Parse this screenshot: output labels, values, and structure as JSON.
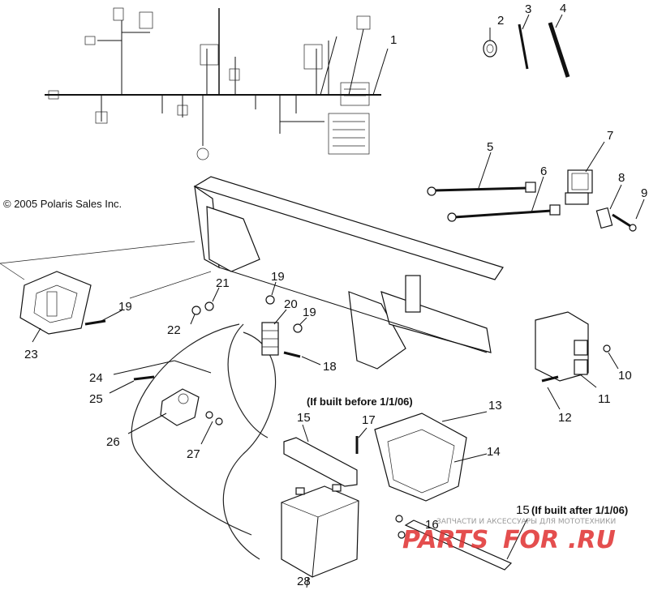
{
  "copyright": "© 2005 Polaris Sales Inc.",
  "callouts": {
    "c1": "1",
    "c2": "2",
    "c3": "3",
    "c4": "4",
    "c5": "5",
    "c6": "6",
    "c7": "7",
    "c8": "8",
    "c9": "9",
    "c10": "10",
    "c11": "11",
    "c12": "12",
    "c13": "13",
    "c14": "14",
    "c15": "15",
    "c15b": "15",
    "c16": "16",
    "c17": "17",
    "c18": "18",
    "c19a": "19",
    "c19b": "19",
    "c19c": "19",
    "c20": "20",
    "c21": "21",
    "c22": "22",
    "c23": "23",
    "c24": "24",
    "c25": "25",
    "c26": "26",
    "c27": "27",
    "c28": "28"
  },
  "notes": {
    "built_before": "(If built before 1/1/06)",
    "built_after": "(If built after 1/1/06)"
  },
  "watermark": {
    "tagline": "ЗАПЧАСТИ И АКСЕССУАРЫ ДЛЯ МОТОТЕХНИКИ",
    "brand_part1": "PARTS",
    "brand_part2": "FOR",
    "brand_part3": ".RU",
    "brand_color": "#e03030"
  }
}
